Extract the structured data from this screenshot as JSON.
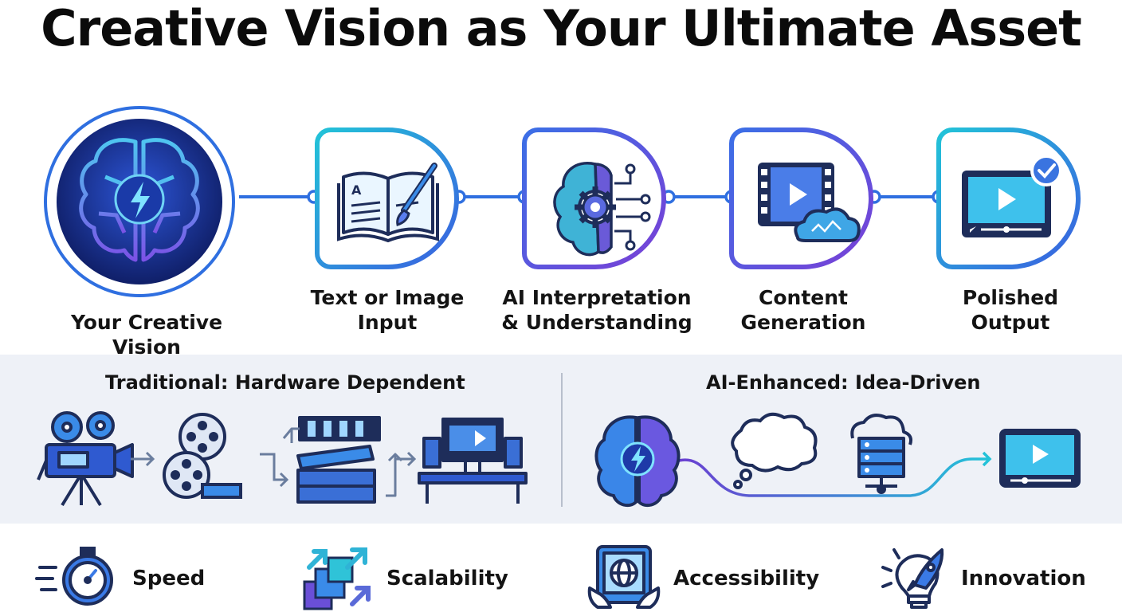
{
  "title": "Creative Vision as Your Ultimate Asset",
  "pipeline": {
    "steps": [
      {
        "label_1": "Your Creative Vision",
        "label_2": "",
        "icon": "brain-lightning-icon"
      },
      {
        "label_1": "Text or Image",
        "label_2": "Input",
        "icon": "book-paintbrush-icon"
      },
      {
        "label_1": "AI Interpretation",
        "label_2": "& Understanding",
        "icon": "brain-gear-icon"
      },
      {
        "label_1": "Content",
        "label_2": "Generation",
        "icon": "film-cloud-icon"
      },
      {
        "label_1": "Polished",
        "label_2": "Output",
        "icon": "video-check-icon"
      }
    ]
  },
  "comparison": {
    "traditional": {
      "heading": "Traditional: Hardware Dependent",
      "icons": [
        "movie-camera-icon",
        "film-reels-icon",
        "clapperboard-icon",
        "editing-workstation-icon"
      ]
    },
    "ai": {
      "heading": "AI-Enhanced: Idea-Driven",
      "icons": [
        "brain-lightning-icon",
        "thought-cloud-icon",
        "cloud-server-icon",
        "video-player-icon"
      ]
    }
  },
  "benefits": [
    {
      "label": "Speed",
      "icon": "stopwatch-icon"
    },
    {
      "label": "Scalability",
      "icon": "scaling-squares-icon"
    },
    {
      "label": "Accessibility",
      "icon": "tablet-globe-icon"
    },
    {
      "label": "Innovation",
      "icon": "lightbulb-rocket-icon"
    }
  ],
  "colors": {
    "accent_blue": "#2f6fe0",
    "accent_cyan": "#22c3d8",
    "accent_purple": "#6a3fd1",
    "navy": "#1e2d5a",
    "band_bg": "#eef1f7"
  }
}
